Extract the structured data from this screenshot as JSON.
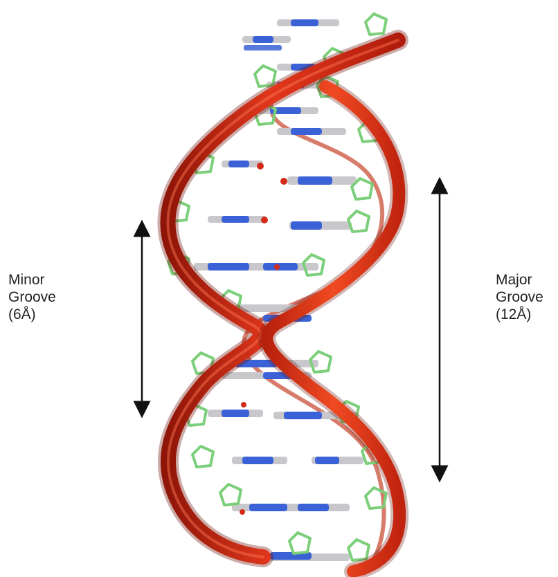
{
  "labels": {
    "minor": {
      "line1": "Minor",
      "line2": "Groove",
      "line3": "(6Å)"
    },
    "major": {
      "line1": "Major",
      "line2": "Groove",
      "line3": "(12Å)"
    }
  },
  "colors": {
    "backbone_front": "#d4260f",
    "backbone_shadow": "#8f1508",
    "sugar_ring": "#7ccf7a",
    "base_nitrogen": "#3a62d6",
    "base_oxygen": "#d42a1a",
    "base_carbon": "#c8c8cc",
    "arrow": "#111111"
  }
}
